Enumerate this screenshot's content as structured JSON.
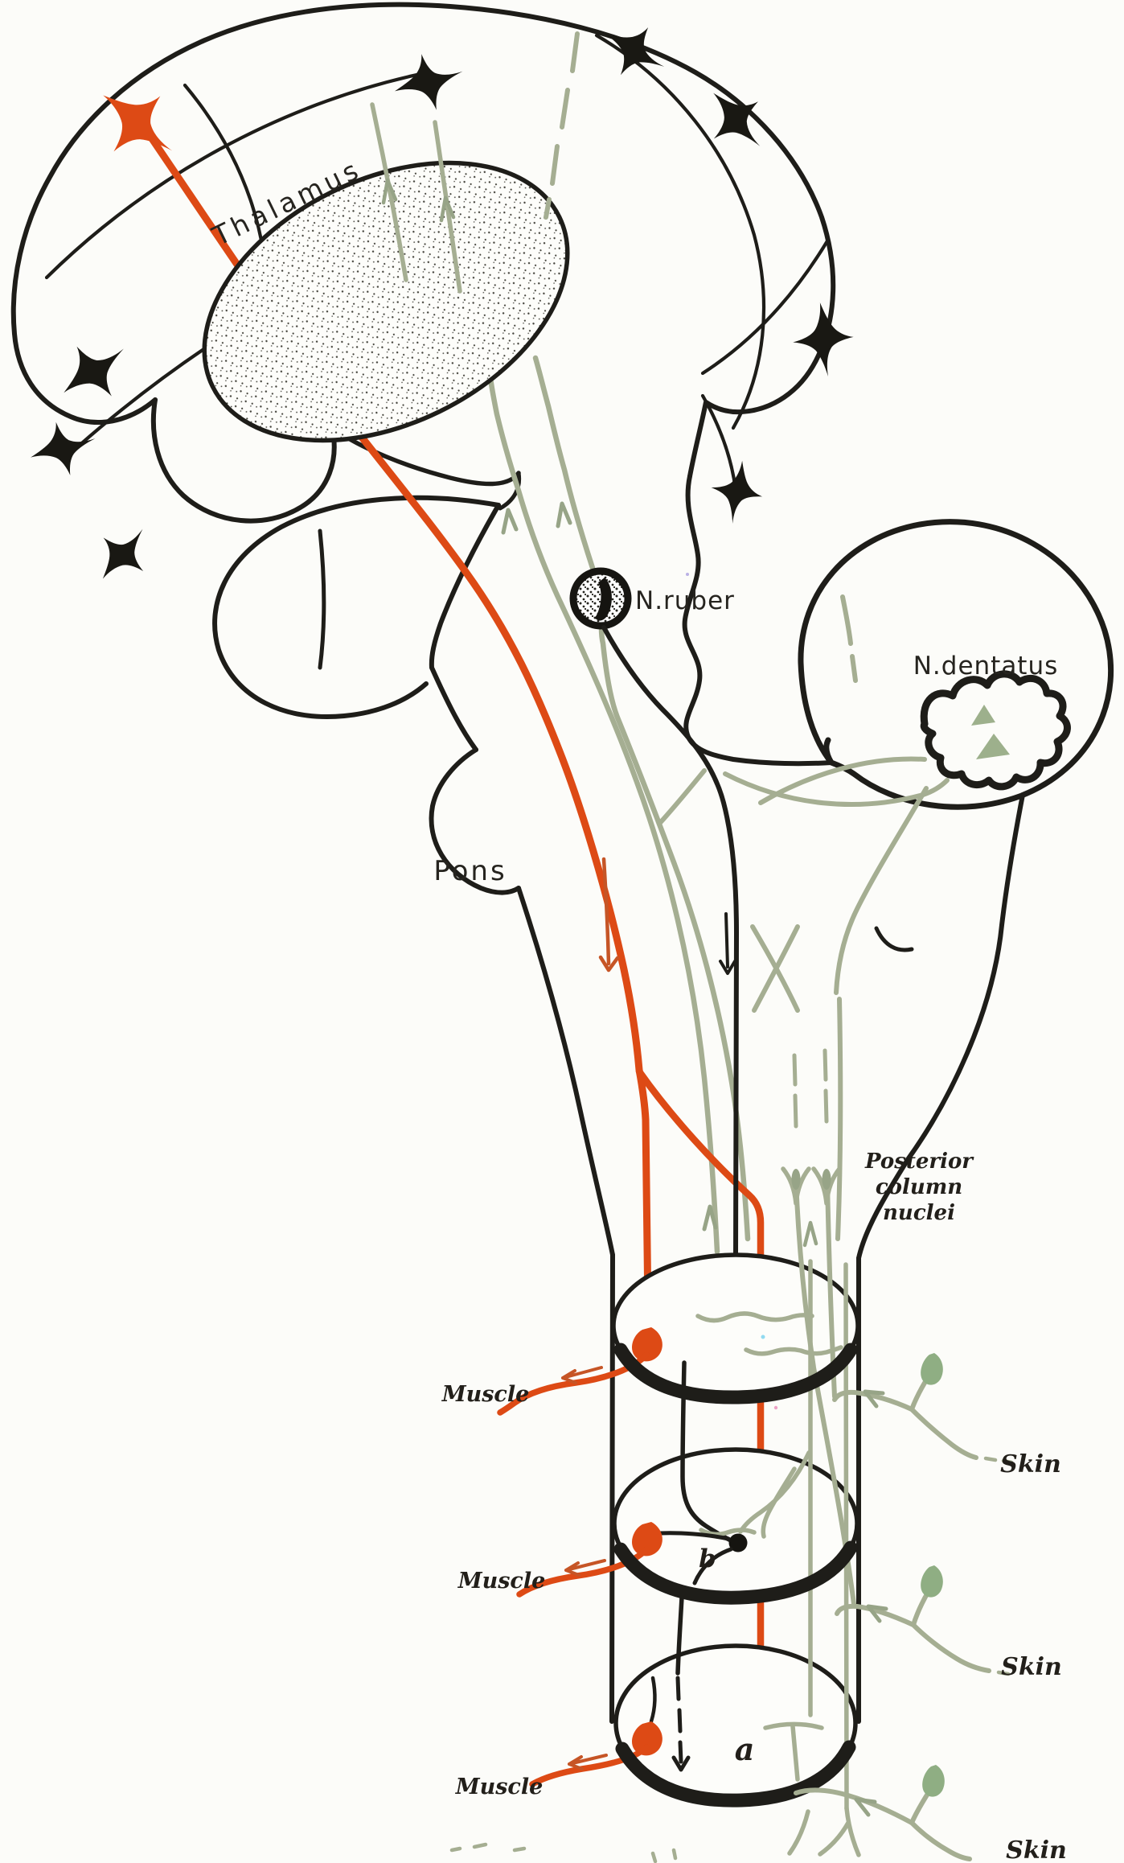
{
  "diagram": {
    "labels": {
      "thalamus": "Thalamus",
      "n_ruber": "N.ruber",
      "n_dentatus": "N.dentatus",
      "pons": "Pons",
      "posterior_line1": "Posterior",
      "posterior_line2": "column",
      "posterior_line3": "nuclei",
      "muscle_1": "Muscle",
      "muscle_2": "Muscle",
      "muscle_3": "Muscle",
      "skin_1": "Skin",
      "skin_2": "Skin",
      "skin_3": "Skin",
      "segment_letter_b": "b",
      "segment_letter_a": "a"
    },
    "colors": {
      "ink_black": "#1e1d19",
      "motor_pathway_red": "#dd4a15",
      "sensory_pathway_olive": "#a5ae92",
      "receptor_green": "#8fae83",
      "paper": "#fcfcf9"
    }
  }
}
